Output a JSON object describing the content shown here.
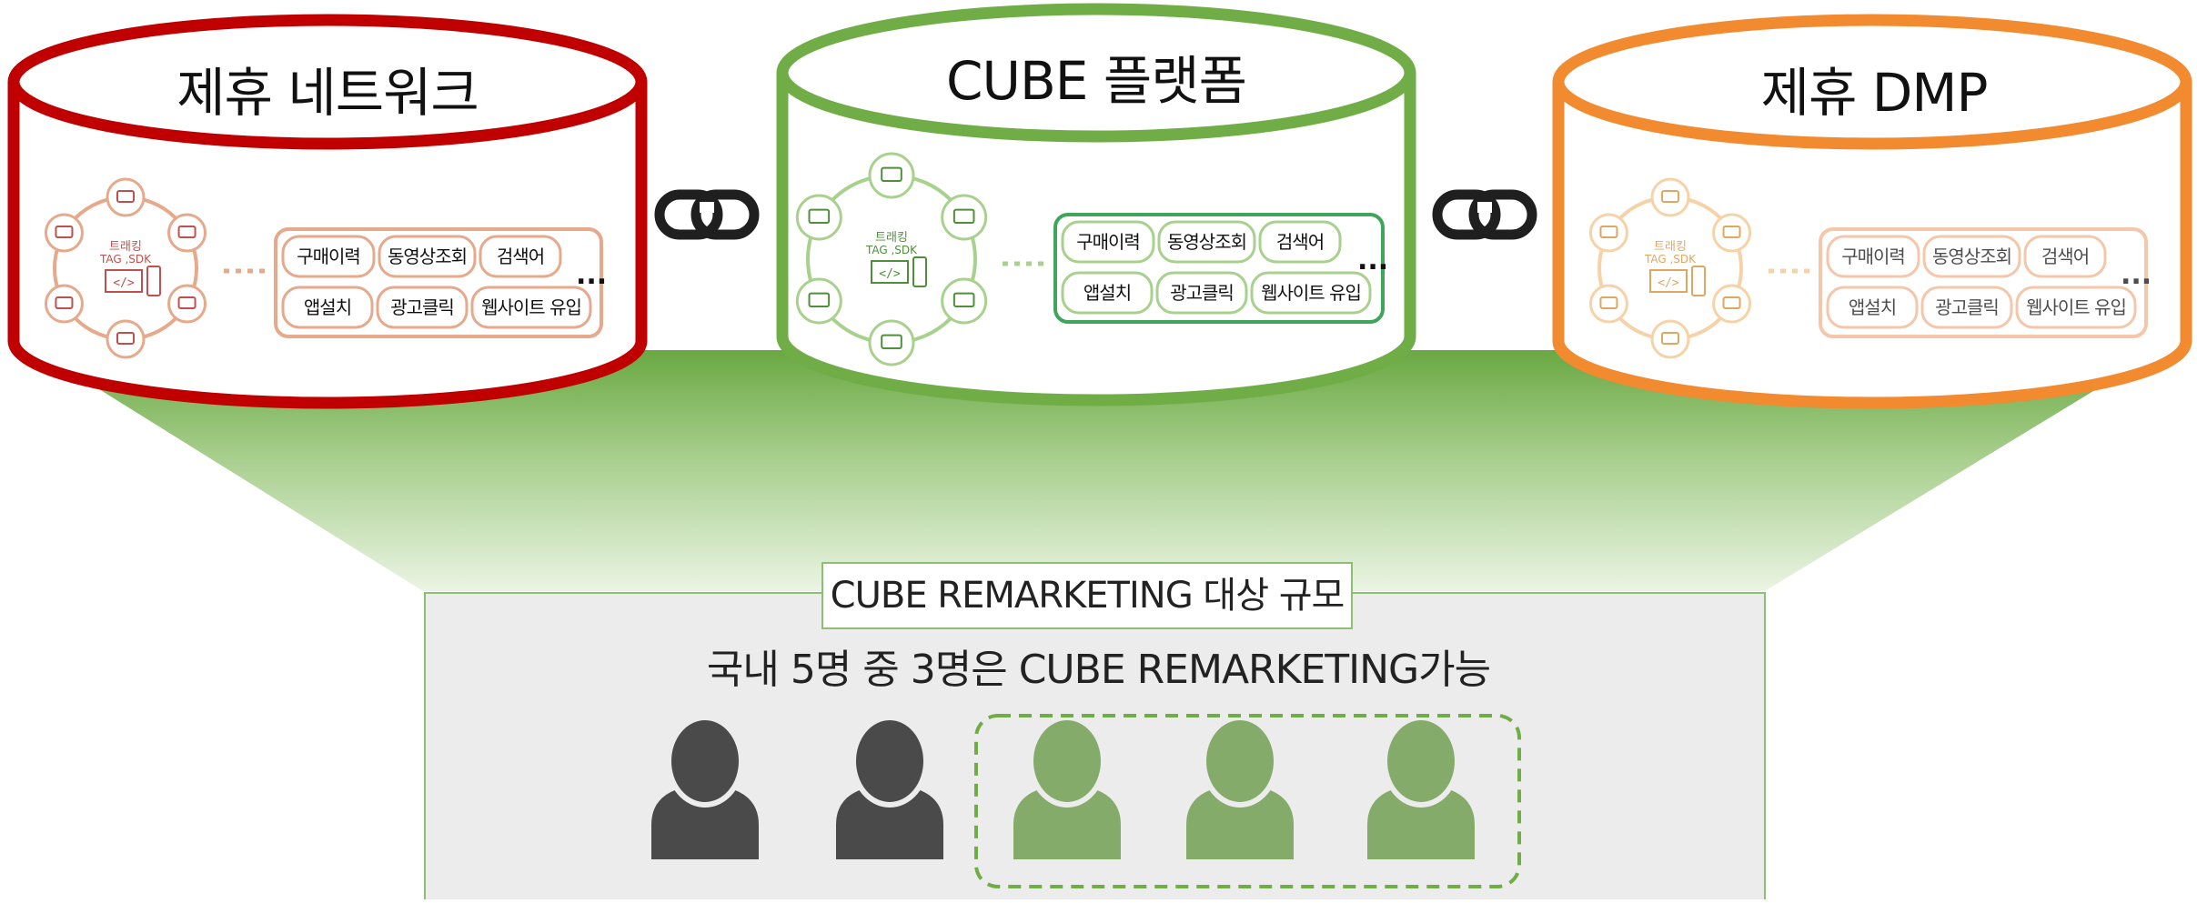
{
  "cylinders": [
    {
      "title": "제휴 네트워크",
      "color": "#c00000",
      "tracking_label": [
        "트래킹",
        "TAG ,SDK"
      ],
      "tags_row1": [
        "구매이력",
        "동영상조회",
        "검색어"
      ],
      "tags_row2": [
        "앱설치",
        "광고클릭",
        "웹사이트 유입"
      ],
      "more": "..."
    },
    {
      "title": "CUBE 플랫폼",
      "color": "#70ad47",
      "tracking_label": [
        "트래킹",
        "TAG ,SDK"
      ],
      "tags_row1": [
        "구매이력",
        "동영상조회",
        "검색어"
      ],
      "tags_row2": [
        "앱설치",
        "광고클릭",
        "웹사이트 유입"
      ],
      "more": "..."
    },
    {
      "title": "제휴 DMP",
      "color": "#f28a30",
      "tracking_label": [
        "트래킹",
        "TAG ,SDK"
      ],
      "tags_row1": [
        "구매이력",
        "동영상조회",
        "검색어"
      ],
      "tags_row2": [
        "앱설치",
        "광고클릭",
        "웹사이트 유입"
      ],
      "more": "..."
    }
  ],
  "icons": {
    "link": "chain-link-icon",
    "person": "person-icon"
  },
  "summary": {
    "title": "CUBE REMARKETING 대상 규모",
    "subtitle": "국내 5명 중 3명은 CUBE REMARKETING가능",
    "people_total": 5,
    "people_highlighted": 3,
    "person_color_default": "#4a4a4a",
    "person_color_highlight": "#84ab6a"
  }
}
